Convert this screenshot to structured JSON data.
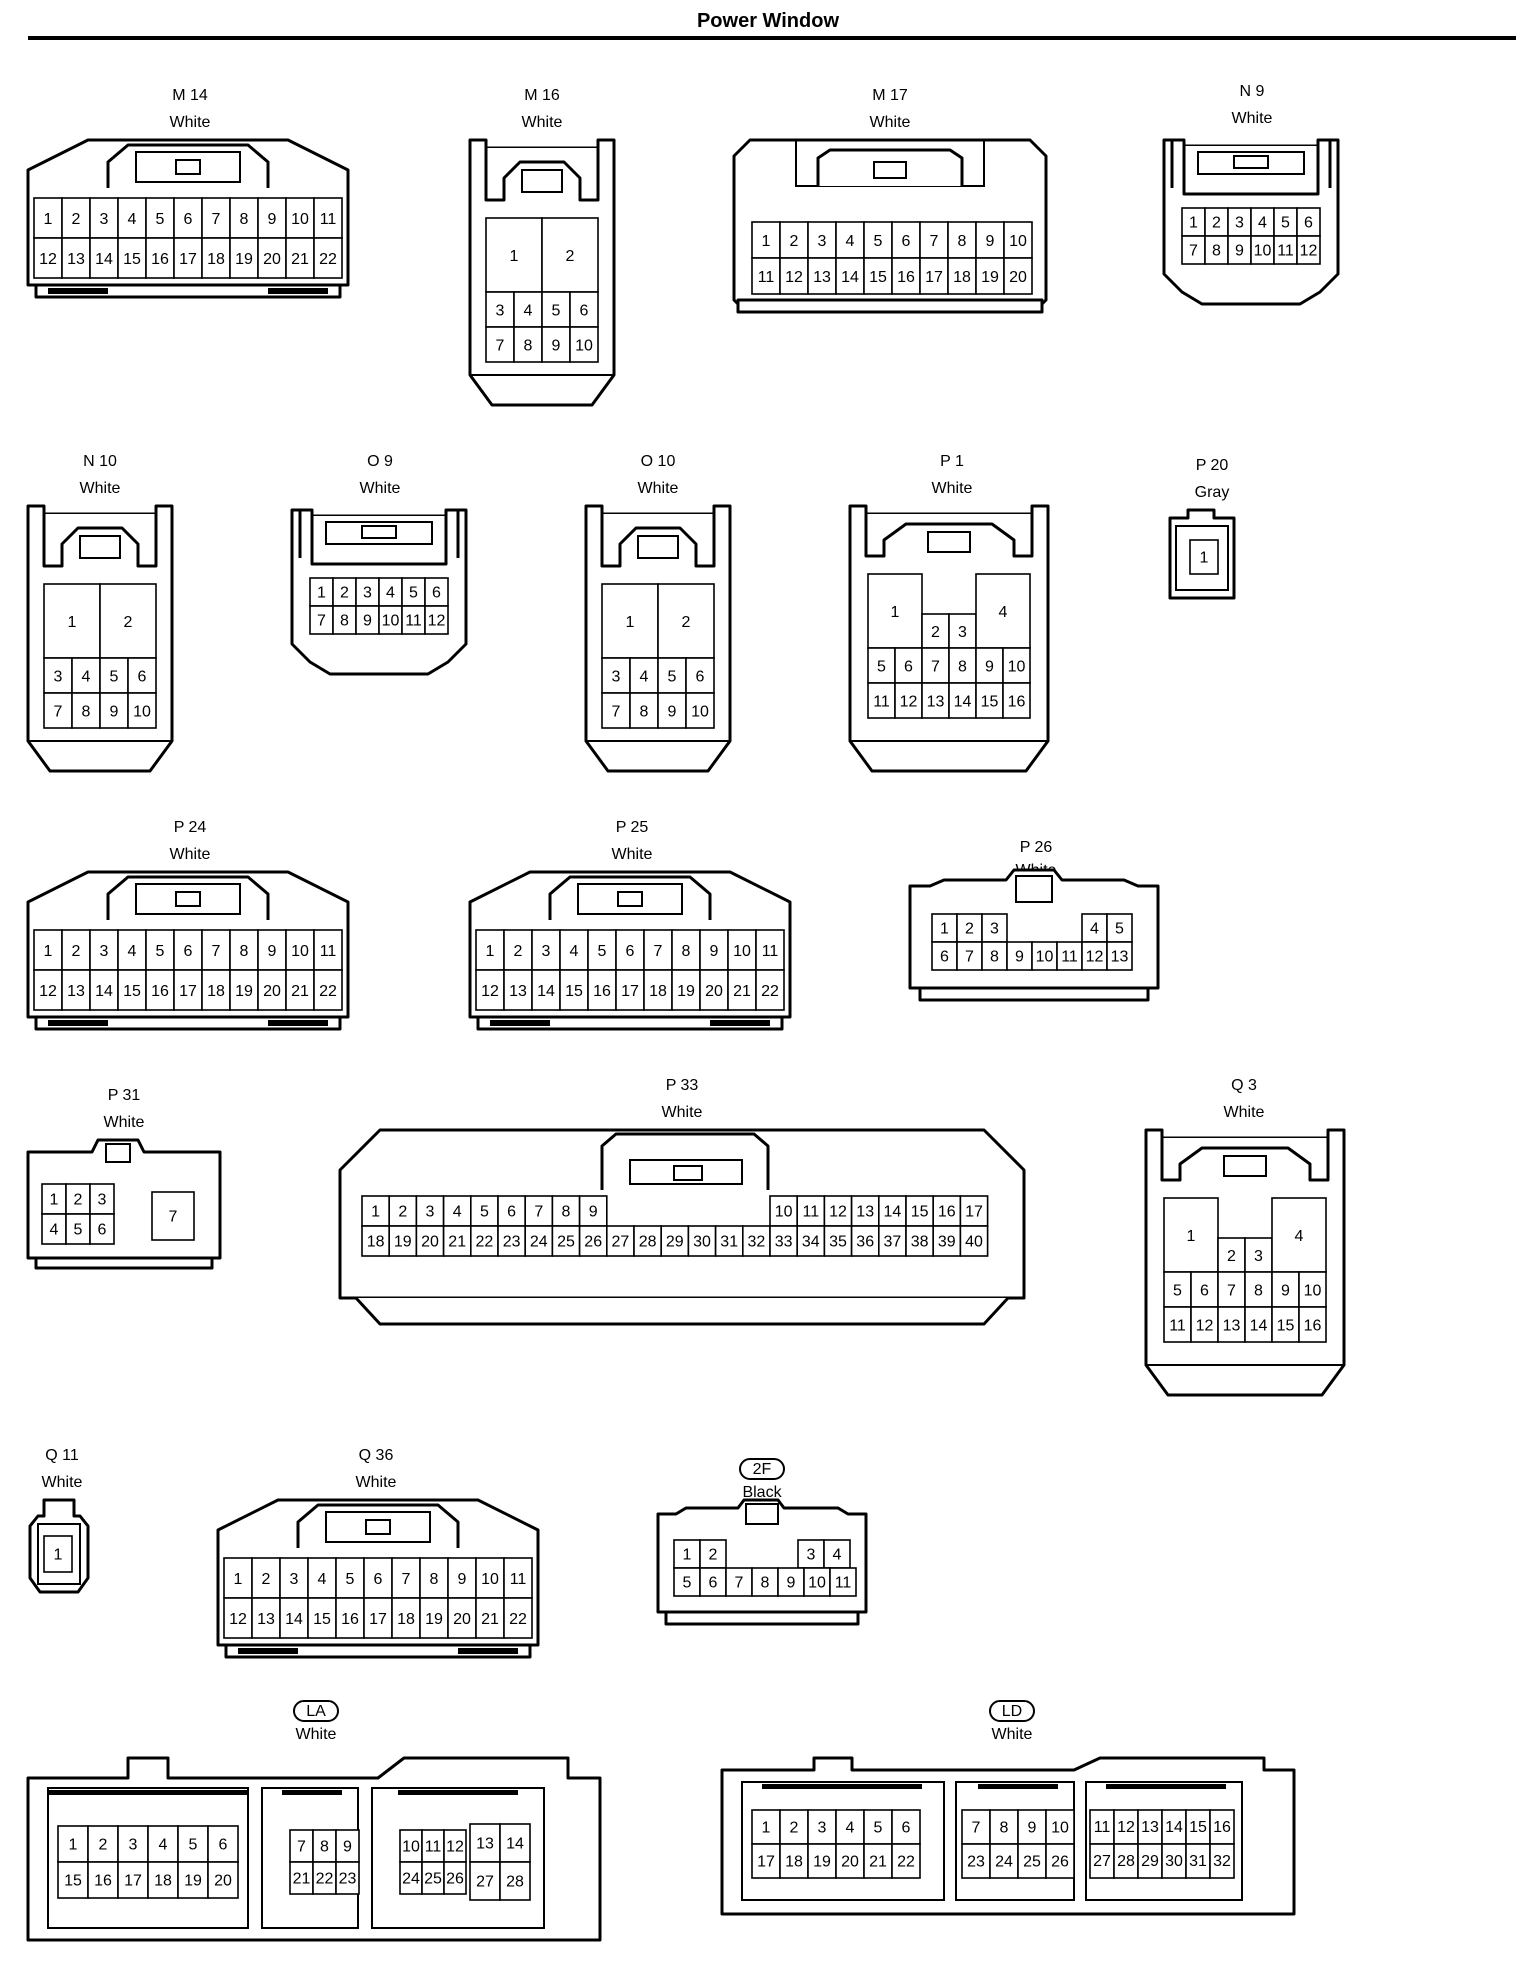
{
  "title": "Power Window",
  "connectors": [
    {
      "id": "M 14",
      "color": "White",
      "rows": [
        [
          "1",
          "2",
          "3",
          "4",
          "5",
          "6",
          "7",
          "8",
          "9",
          "10",
          "11"
        ],
        [
          "12",
          "13",
          "14",
          "15",
          "16",
          "17",
          "18",
          "19",
          "20",
          "21",
          "22"
        ]
      ]
    },
    {
      "id": "M 16",
      "color": "White",
      "rows": [
        [
          "1",
          "2"
        ],
        [
          "3",
          "4",
          "5",
          "6"
        ],
        [
          "7",
          "8",
          "9",
          "10"
        ]
      ]
    },
    {
      "id": "M 17",
      "color": "White",
      "rows": [
        [
          "1",
          "2",
          "3",
          "4",
          "5",
          "6",
          "7",
          "8",
          "9",
          "10"
        ],
        [
          "11",
          "12",
          "13",
          "14",
          "15",
          "16",
          "17",
          "18",
          "19",
          "20"
        ]
      ]
    },
    {
      "id": "N 9",
      "color": "White",
      "rows": [
        [
          "1",
          "2",
          "3",
          "4",
          "5",
          "6"
        ],
        [
          "7",
          "8",
          "9",
          "10",
          "11",
          "12"
        ]
      ]
    },
    {
      "id": "N 10",
      "color": "White",
      "rows": [
        [
          "1",
          "2"
        ],
        [
          "3",
          "4",
          "5",
          "6"
        ],
        [
          "7",
          "8",
          "9",
          "10"
        ]
      ]
    },
    {
      "id": "O 9",
      "color": "White",
      "rows": [
        [
          "1",
          "2",
          "3",
          "4",
          "5",
          "6"
        ],
        [
          "7",
          "8",
          "9",
          "10",
          "11",
          "12"
        ]
      ]
    },
    {
      "id": "O 10",
      "color": "White",
      "rows": [
        [
          "1",
          "2"
        ],
        [
          "3",
          "4",
          "5",
          "6"
        ],
        [
          "7",
          "8",
          "9",
          "10"
        ]
      ]
    },
    {
      "id": "P 1",
      "color": "White",
      "rows": [
        [
          "1",
          "2",
          "3",
          "4"
        ],
        [
          "5",
          "6",
          "7",
          "8",
          "9",
          "10"
        ],
        [
          "11",
          "12",
          "13",
          "14",
          "15",
          "16"
        ]
      ]
    },
    {
      "id": "P 20",
      "color": "Gray",
      "rows": [
        [
          "1"
        ]
      ]
    },
    {
      "id": "P 24",
      "color": "White",
      "rows": [
        [
          "1",
          "2",
          "3",
          "4",
          "5",
          "6",
          "7",
          "8",
          "9",
          "10",
          "11"
        ],
        [
          "12",
          "13",
          "14",
          "15",
          "16",
          "17",
          "18",
          "19",
          "20",
          "21",
          "22"
        ]
      ]
    },
    {
      "id": "P 25",
      "color": "White",
      "rows": [
        [
          "1",
          "2",
          "3",
          "4",
          "5",
          "6",
          "7",
          "8",
          "9",
          "10",
          "11"
        ],
        [
          "12",
          "13",
          "14",
          "15",
          "16",
          "17",
          "18",
          "19",
          "20",
          "21",
          "22"
        ]
      ]
    },
    {
      "id": "P 26",
      "color": "White",
      "rows": [
        [
          "1",
          "2",
          "3",
          "4",
          "5"
        ],
        [
          "6",
          "7",
          "8",
          "9",
          "10",
          "11",
          "12",
          "13"
        ]
      ]
    },
    {
      "id": "P 31",
      "color": "White",
      "rows": [
        [
          "1",
          "2",
          "3"
        ],
        [
          "4",
          "5",
          "6"
        ],
        [
          "7"
        ]
      ]
    },
    {
      "id": "P 33",
      "color": "White",
      "rows": [
        [
          "1",
          "2",
          "3",
          "4",
          "5",
          "6",
          "7",
          "8",
          "9",
          "10",
          "11",
          "12",
          "13",
          "14",
          "15",
          "16",
          "17"
        ],
        [
          "18",
          "19",
          "20",
          "21",
          "22",
          "23",
          "24",
          "25",
          "26",
          "27",
          "28",
          "29",
          "30",
          "31",
          "32",
          "33",
          "34",
          "35",
          "36",
          "37",
          "38",
          "39",
          "40"
        ]
      ]
    },
    {
      "id": "Q 3",
      "color": "White",
      "rows": [
        [
          "1",
          "2",
          "3",
          "4"
        ],
        [
          "5",
          "6",
          "7",
          "8",
          "9",
          "10"
        ],
        [
          "11",
          "12",
          "13",
          "14",
          "15",
          "16"
        ]
      ]
    },
    {
      "id": "Q 11",
      "color": "White",
      "rows": [
        [
          "1"
        ]
      ]
    },
    {
      "id": "Q 36",
      "color": "White",
      "rows": [
        [
          "1",
          "2",
          "3",
          "4",
          "5",
          "6",
          "7",
          "8",
          "9",
          "10",
          "11"
        ],
        [
          "12",
          "13",
          "14",
          "15",
          "16",
          "17",
          "18",
          "19",
          "20",
          "21",
          "22"
        ]
      ]
    },
    {
      "id": "2F",
      "color": "Black",
      "rows": [
        [
          "1",
          "2",
          "3",
          "4"
        ],
        [
          "5",
          "6",
          "7",
          "8",
          "9",
          "10",
          "11"
        ]
      ]
    },
    {
      "id": "LA",
      "color": "White",
      "rows": [
        [
          "1",
          "2",
          "3",
          "4",
          "5",
          "6"
        ],
        [
          "15",
          "16",
          "17",
          "18",
          "19",
          "20"
        ],
        [
          "7",
          "8",
          "9"
        ],
        [
          "21",
          "22",
          "23"
        ],
        [
          "10",
          "11",
          "12",
          "13",
          "14"
        ],
        [
          "24",
          "25",
          "26",
          "27",
          "28"
        ]
      ]
    },
    {
      "id": "LD",
      "color": "White",
      "rows": [
        [
          "1",
          "2",
          "3",
          "4",
          "5",
          "6"
        ],
        [
          "17",
          "18",
          "19",
          "20",
          "21",
          "22"
        ],
        [
          "7",
          "8",
          "9",
          "10"
        ],
        [
          "23",
          "24",
          "25",
          "26"
        ],
        [
          "11",
          "12",
          "13",
          "14",
          "15",
          "16"
        ],
        [
          "27",
          "28",
          "29",
          "30",
          "31",
          "32"
        ]
      ]
    }
  ]
}
